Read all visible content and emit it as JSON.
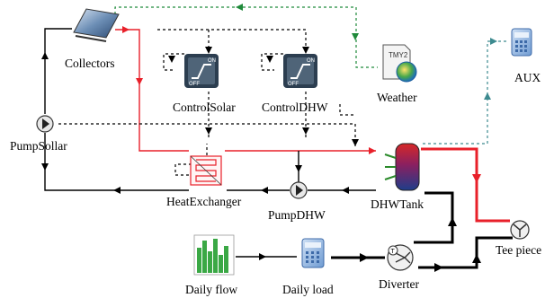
{
  "diagram": {
    "components": {
      "collectors": "Collectors",
      "pump_sollar": "PumpSollar",
      "control_solar": "ControlSolar",
      "control_dhw": "ControlDHW",
      "weather": "Weather",
      "aux": "AUX",
      "heat_exchanger": "HeatExchanger",
      "pump_dhw": "PumpDHW",
      "dhw_tank": "DHWTank",
      "tee_piece": "Tee piece",
      "daily_flow": "Daily flow",
      "daily_load": "Daily load",
      "diverter": "Diverter"
    },
    "control_toggle": {
      "on": "ON",
      "off": "OFF"
    },
    "weather_icon_text": "TMY2",
    "diverter_mark": "T"
  },
  "colors": {
    "red_link": "#e8202a",
    "black_link": "#000000",
    "green_link": "#1f8a3a",
    "teal_link": "#3d8a8f",
    "control_dark": "#2c3e50",
    "icon_blue": "#5a8fd0"
  }
}
